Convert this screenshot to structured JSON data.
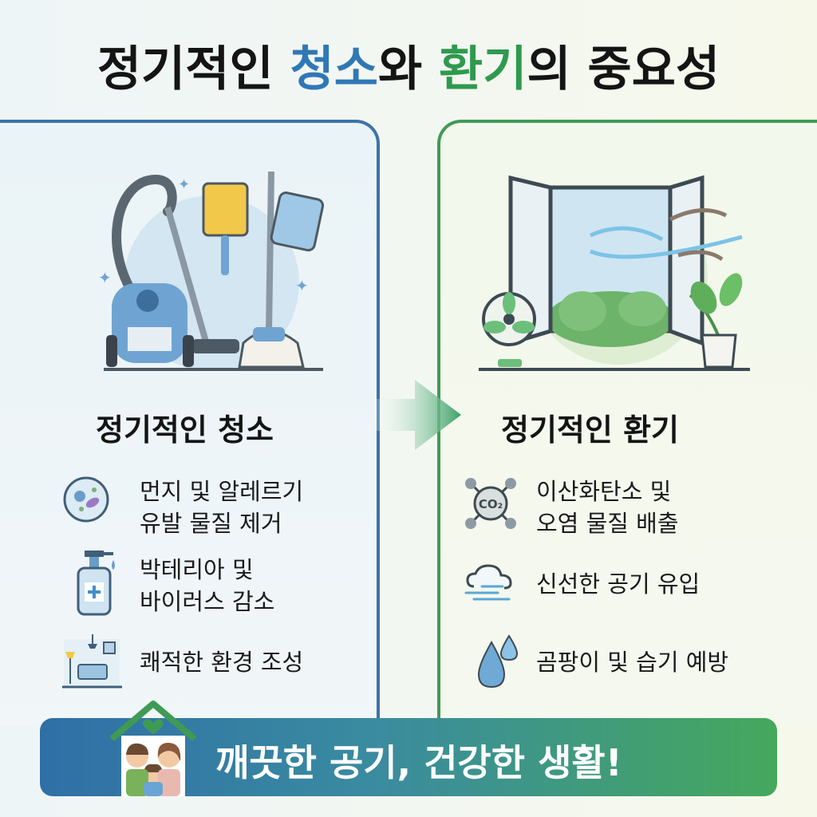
{
  "title": {
    "part1": "정기적인 ",
    "cleaning": "청소",
    "part2": "와 ",
    "ventilation": "환기",
    "part3": "의 중요성"
  },
  "left": {
    "heading": "정기적인 청소",
    "items": [
      {
        "line1": "먼지 및 알레르기",
        "line2": "유발 물질 제거",
        "icon": "germ-icon"
      },
      {
        "line1": "박테리아 및",
        "line2": "바이러스 감소",
        "icon": "sanitizer-bottle-icon"
      },
      {
        "line1": "쾌적한 환경 조성",
        "icon": "living-room-icon"
      }
    ]
  },
  "right": {
    "heading": "정기적인 환기",
    "items": [
      {
        "line1": "이산화탄소 및",
        "line2": "오염 물질 배출",
        "icon": "co2-molecule-icon",
        "icon_text": "CO₂"
      },
      {
        "line1": "신선한 공기 유입",
        "icon": "cloud-wind-icon"
      },
      {
        "line1": "곰팡이 및 습기 예방",
        "icon": "water-drops-icon"
      }
    ]
  },
  "banner": {
    "text": "깨끗한 공기, 건강한 생활!"
  },
  "colors": {
    "blue_accent": "#2f78b6",
    "green_accent": "#2e9a4e",
    "left_border": "#3d73a8",
    "right_border": "#3f9a55"
  }
}
